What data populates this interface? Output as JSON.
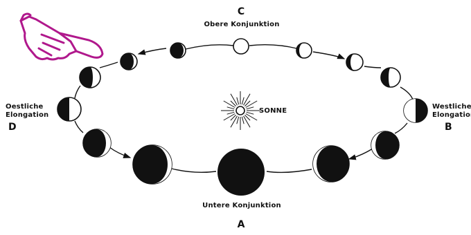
{
  "labels": {
    "top_letter": "C",
    "top_text": "Obere Konjunktion",
    "bottom_text": "Untere Konjunktion",
    "bottom_letter": "A",
    "left_text_1": "Oestliche",
    "left_text_2": "Elongation",
    "left_letter": "D",
    "right_text_1": "Westliche",
    "right_text_2": "Elongation",
    "right_letter": "B",
    "sun": "SONNE"
  },
  "colors": {
    "ink": "#111111",
    "pointer": "#b0188c"
  },
  "icons": {
    "pointer": "pointing-hand-icon",
    "sun": "sun-icon"
  }
}
